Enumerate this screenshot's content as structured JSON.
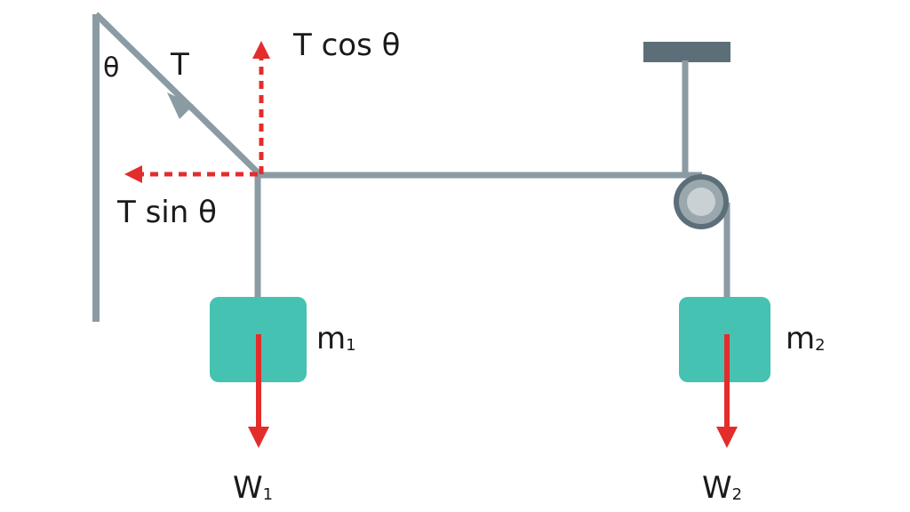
{
  "colors": {
    "rope": "#8a9ba3",
    "support": "#5c6f79",
    "mass": "#45c2b1",
    "force": "#e42c2c",
    "pulley_outer": "#5c6f79",
    "pulley_mid": "#9aa8ae",
    "pulley_inner": "#c9d1d4",
    "text": "#1a1a1a"
  },
  "labels": {
    "theta": "θ",
    "tension": "T",
    "t_cos": "T cos θ",
    "t_sin": "T sin θ",
    "m1_base": "m",
    "m1_sub": "1",
    "m2_base": "m",
    "m2_sub": "2",
    "w1_base": "W",
    "w1_sub": "1",
    "w2_base": "W",
    "w2_sub": "2"
  }
}
